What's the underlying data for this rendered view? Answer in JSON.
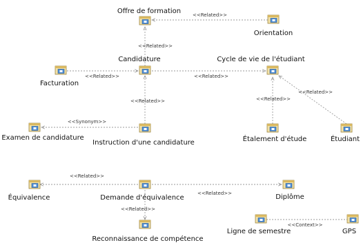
{
  "nodes": {
    "offre": "Offre de formation",
    "orientation": "Orientation",
    "candidature": "Candidature",
    "cycle": "Cycle de vie de l'étudiant",
    "facturation": "Facturation",
    "examen": "Examen de candidature",
    "instruction": "Instruction d'une candidature",
    "etalement": "Étalement d'étude",
    "etudiant": "Étudiant",
    "equivalence": "Équivalence",
    "demande": "Demande d'équivalence",
    "diplome": "Diplôme",
    "reconnaissance": "Reconnaissance de compétence",
    "ligne": "Ligne de semestre",
    "gps": "GPS"
  },
  "relations": {
    "orientation_offre": "<<Related>>",
    "candidature_offre": "<<Related>>",
    "facturation_candidature": "<<Related>>",
    "candidature_cycle": "<<Related>>",
    "instruction_candidature": "<<Related>>",
    "instruction_examen": "<<Synonym>>",
    "etalement_cycle": "<<Related>>",
    "etudiant_cycle": "<<Related>>",
    "demande_equivalence": "<<Related>>",
    "demande_diplome": "<<Related>>",
    "demande_reconnaissance": "<<Related>>",
    "ligne_gps": "<<Context>>"
  }
}
